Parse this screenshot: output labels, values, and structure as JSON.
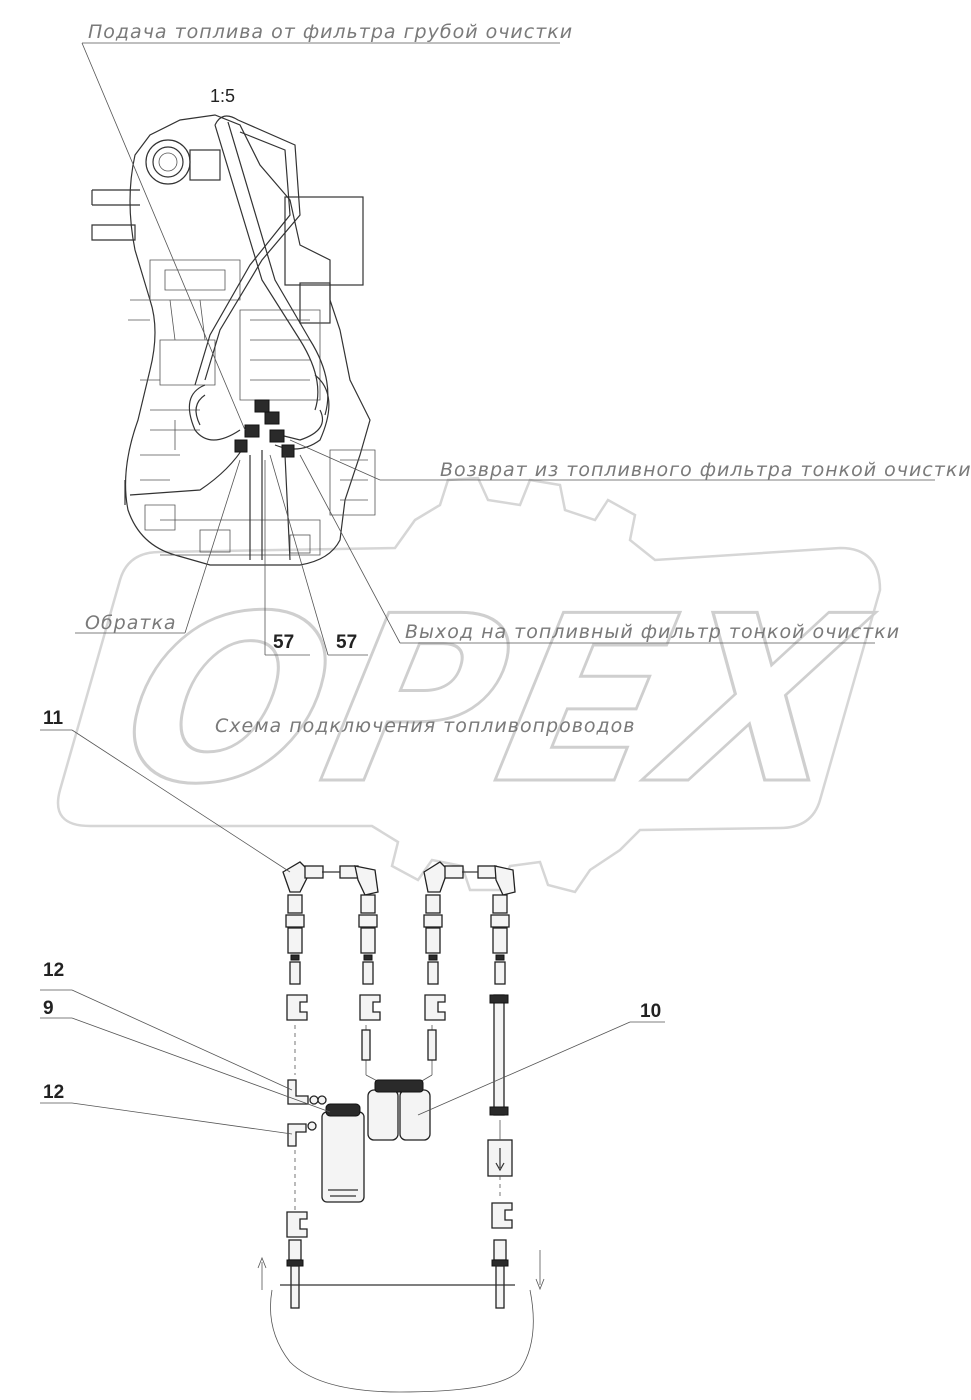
{
  "labels": {
    "fuel_supply": "Подача топлива от фильтра грубой очистки",
    "scale": "1:5",
    "return_fine": "Возврат из топливного фильтра тонкой очистки",
    "return_line": "Обратка",
    "outlet_fine": "Выход на топливный фильтр тонкой очистки",
    "scheme_title": "Схема подключения топливопроводов"
  },
  "callouts": {
    "c57a": "57",
    "c57b": "57",
    "c11": "11",
    "c12a": "12",
    "c9": "9",
    "c12b": "12",
    "c10": "10"
  },
  "watermark": "OPEX"
}
